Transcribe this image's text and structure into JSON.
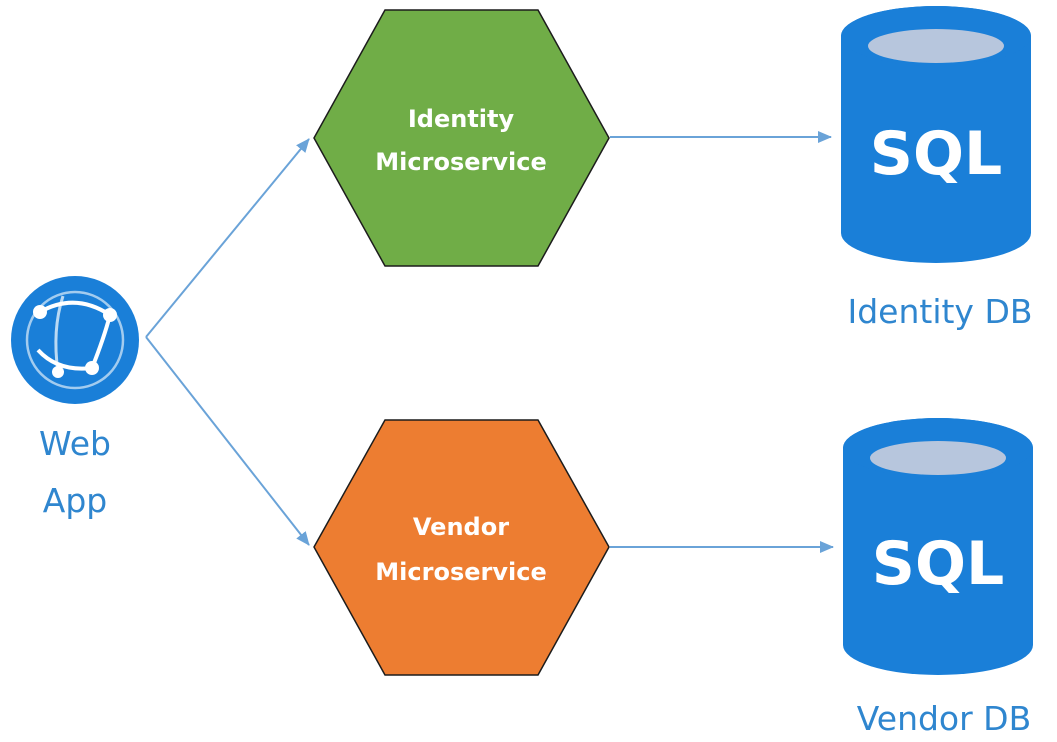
{
  "colors": {
    "accent_blue": "#1a7fd8",
    "label_blue": "#2f86cf",
    "connector": "#6aa3d8",
    "identity_hexagon": "#70ad47",
    "vendor_hexagon": "#ed7d31",
    "db_top": "#b7c6dd",
    "outline": "#1c1c1c"
  },
  "web_app": {
    "icon": "web-app-globe-icon",
    "label_line1": "Web",
    "label_line2": "App"
  },
  "services": [
    {
      "id": "identity",
      "label_line1": "Identity",
      "label_line2": "Microservice"
    },
    {
      "id": "vendor",
      "label_line1": "Vendor",
      "label_line2": "Microservice"
    }
  ],
  "databases": [
    {
      "id": "identity",
      "icon": "sql-database-icon",
      "icon_text": "SQL",
      "label": "Identity DB"
    },
    {
      "id": "vendor",
      "icon": "sql-database-icon",
      "icon_text": "SQL",
      "label": "Vendor DB"
    }
  ],
  "connections": [
    {
      "from": "web_app",
      "to": "identity_microservice"
    },
    {
      "from": "web_app",
      "to": "vendor_microservice"
    },
    {
      "from": "identity_microservice",
      "to": "identity_db"
    },
    {
      "from": "vendor_microservice",
      "to": "vendor_db"
    }
  ]
}
